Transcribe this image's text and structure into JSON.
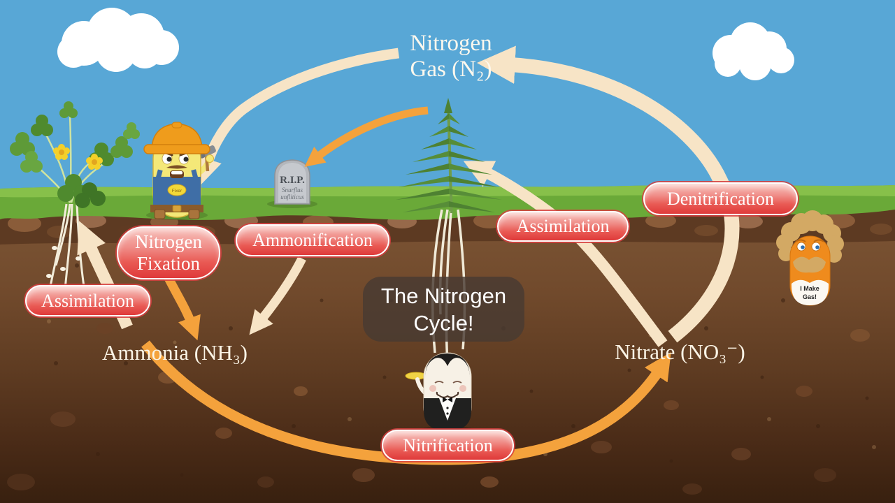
{
  "scene": {
    "title_line1": "Nitrogen",
    "title_line2": "Gas (N₂)",
    "center_line1": "The Nitrogen",
    "center_line2": "Cycle!"
  },
  "labels": {
    "nitrogen_fixation_line1": "Nitrogen",
    "nitrogen_fixation_line2": "Fixation",
    "ammonification": "Ammonification",
    "assimilation_left": "Assimilation",
    "assimilation_right": "Assimilation",
    "denitrification": "Denitrification",
    "nitrification": "Nitrification"
  },
  "compounds": {
    "ammonia": "Ammonia (NH₃)",
    "nitrate": "Nitrate (NO₃⁻)"
  },
  "tombstone": {
    "epitaph": "R.I.P.",
    "species_line1": "Snurflus",
    "species_line2": "unfliticus"
  },
  "characters": {
    "fixer_badge": "Fixer",
    "gas_shirt_line1": "I Make",
    "gas_shirt_line2": "Gas!"
  },
  "colors": {
    "sky": "#58a7d6",
    "grass": "#6aa938",
    "grass_light": "#87c04a",
    "soil_top": "#7d5636",
    "soil_bottom": "#38200f",
    "pill_red": "#df3a3a",
    "arrow_cream": "#f7e4c6",
    "arrow_orange": "#f4a23c",
    "label_text": "#ffffff"
  }
}
